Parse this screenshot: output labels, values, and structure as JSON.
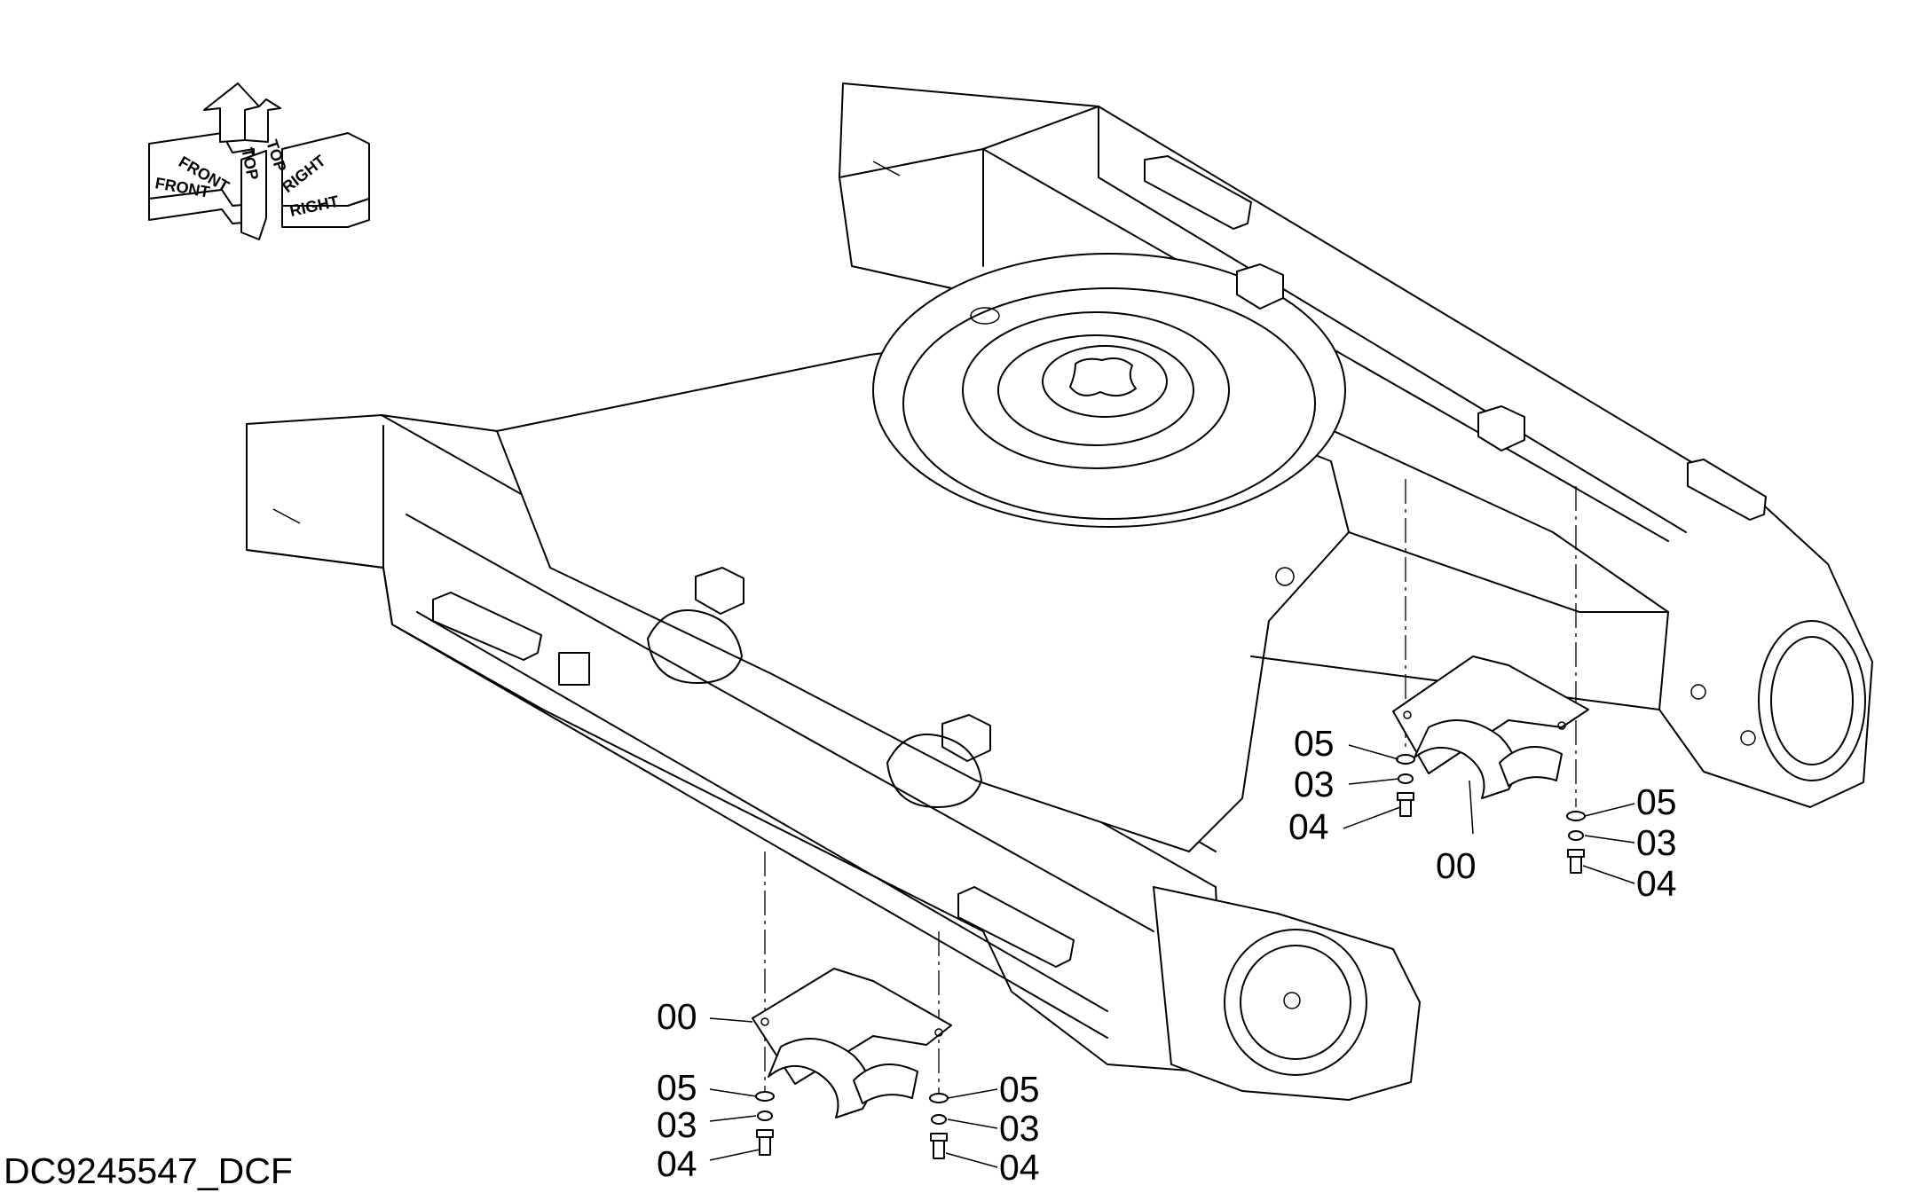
{
  "orientation": {
    "front_label": "FRONT",
    "top_label": "TOP",
    "right_label": "RIGHT"
  },
  "callouts": {
    "right_group": {
      "part_00": "00",
      "part_05_a": "05",
      "part_03_a": "03",
      "part_04_a": "04",
      "part_05_b": "05",
      "part_03_b": "03",
      "part_04_b": "04"
    },
    "left_group": {
      "part_00": "00",
      "part_05_a": "05",
      "part_03_a": "03",
      "part_04_a": "04",
      "part_05_b": "05",
      "part_03_b": "03",
      "part_04_b": "04"
    }
  },
  "drawing_id": "DC9245547_DCF"
}
